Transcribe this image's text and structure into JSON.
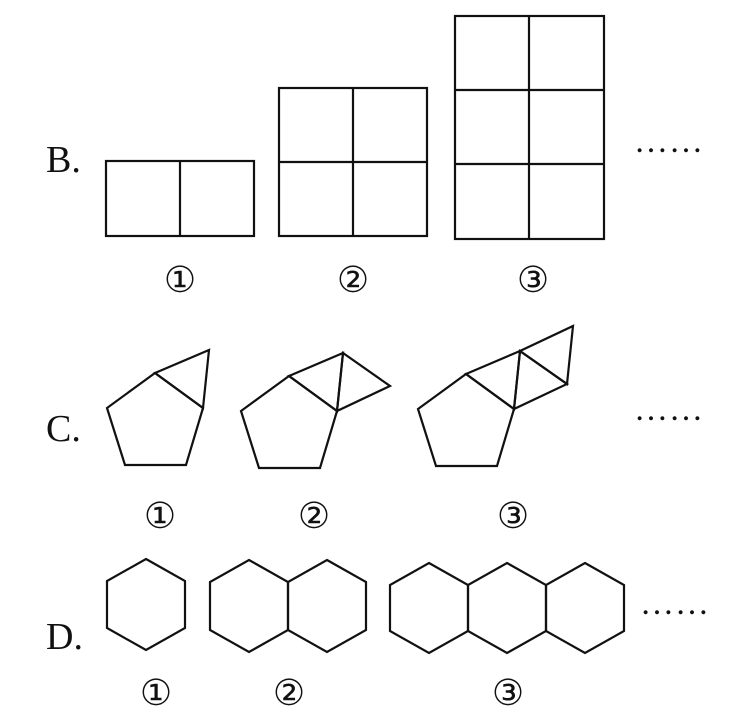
{
  "rows": {
    "B": {
      "label": "B.",
      "continuation": "……",
      "figures": [
        {
          "number": "①"
        },
        {
          "number": "②"
        },
        {
          "number": "③"
        }
      ]
    },
    "C": {
      "label": "C.",
      "continuation": "……",
      "figures": [
        {
          "number": "①"
        },
        {
          "number": "②"
        },
        {
          "number": "③"
        }
      ]
    },
    "D": {
      "label": "D.",
      "continuation": "……",
      "figures": [
        {
          "number": "①"
        },
        {
          "number": "②"
        },
        {
          "number": "③"
        }
      ]
    }
  }
}
